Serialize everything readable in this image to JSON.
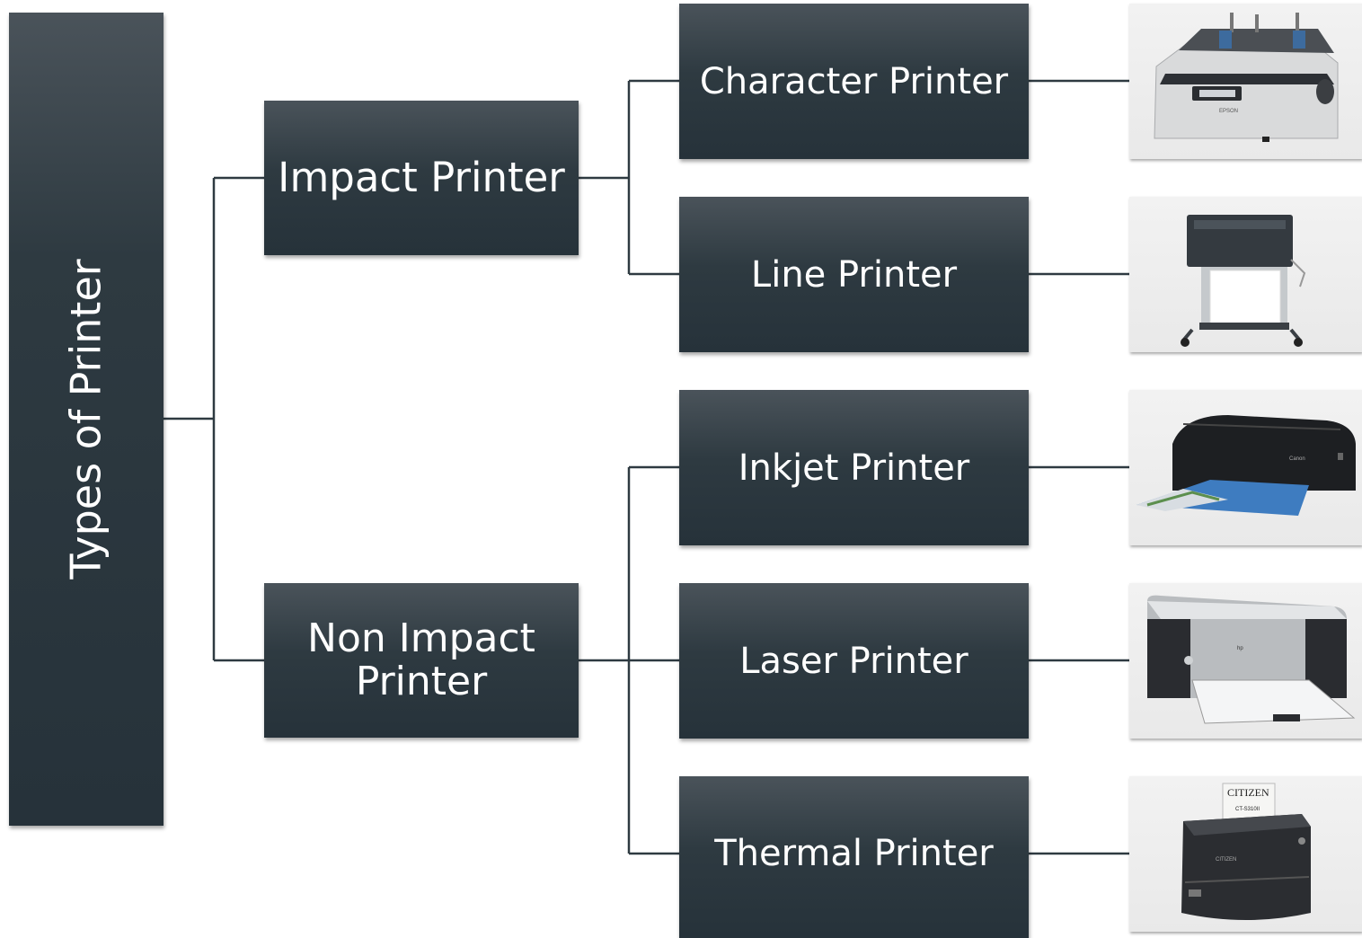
{
  "root": {
    "label": "Types of Printer"
  },
  "categories": [
    {
      "label": "Impact Printer"
    },
    {
      "label": "Non Impact Printer"
    }
  ],
  "printers": [
    {
      "label": "Character Printer",
      "icon": "dot-matrix-printer-photo"
    },
    {
      "label": "Line Printer",
      "icon": "line-printer-photo"
    },
    {
      "label": "Inkjet Printer",
      "icon": "inkjet-printer-photo"
    },
    {
      "label": "Laser Printer",
      "icon": "laser-printer-photo"
    },
    {
      "label": "Thermal Printer",
      "icon": "thermal-printer-photo"
    }
  ],
  "photo_text": {
    "epson": "EPSON",
    "canon": "Canon",
    "citizen": "CITIZEN",
    "citizen_model": "CT-S310II"
  },
  "colors": {
    "box": "#2e3a41",
    "line": "#2e3a41",
    "text": "#ffffff"
  }
}
